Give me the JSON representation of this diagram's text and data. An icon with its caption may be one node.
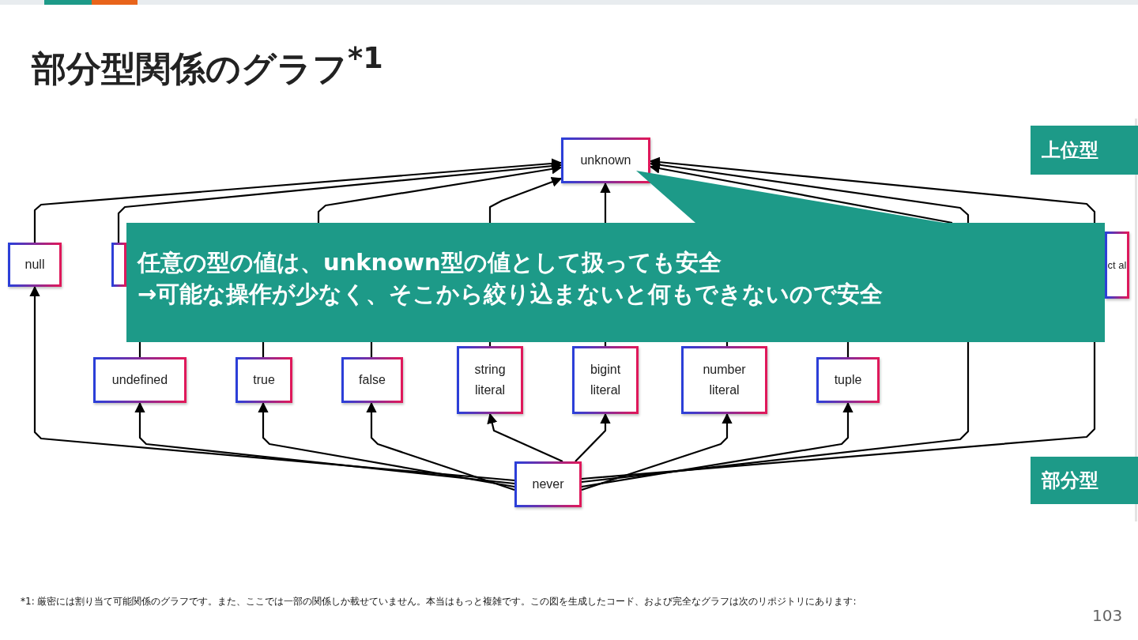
{
  "diagram": {
    "title": "部分型関係のグラフ$^{*1}$",
    "nodes": [
      {
        "text": [
          "unknown"
        ]
      },
      {
        "text": [
          "null"
        ]
      },
      {
        "text": [],
        "shape": "box"
      },
      {
        "text": [
          "ct al"
        ]
      },
      {
        "text": [
          "任意の型の値は、unknown型の値として扱っても安全",
          "→可能な操作が少なく、そこから絞り込まないと何もできないので安全"
        ]
      },
      {
        "text": [
          "undefined"
        ]
      },
      {
        "text": [
          "true"
        ]
      },
      {
        "text": [
          "false"
        ]
      },
      {
        "text": [
          "string literal"
        ]
      },
      {
        "text": [
          "bigint literal"
        ]
      },
      {
        "text": [
          "number literal"
        ]
      },
      {
        "text": [
          "tuple"
        ]
      },
      {
        "text": [
          "never"
        ]
      },
      {
        "text": [
          "上位型"
        ]
      },
      {
        "text": [
          "部分型"
        ]
      },
      {
        "text": [],
        "shape": "triangle"
      }
    ],
    "edges": [
      {
        "from": 1,
        "to": 0,
        "arrow": "to"
      },
      {
        "from": 2,
        "to": 0,
        "arrow": "to"
      },
      {
        "from": 4,
        "to": 0,
        "arrow": "to"
      },
      {
        "from": 4,
        "to": 0,
        "arrow": "to"
      },
      {
        "from": 4,
        "to": 0,
        "arrow": "to"
      },
      {
        "from": 4,
        "to": 0,
        "arrow": "to"
      },
      {
        "from": 4,
        "to": 0,
        "arrow": "to"
      },
      {
        "from": 4,
        "to": 0,
        "arrow": "to"
      },
      {
        "from": 12,
        "to": 4,
        "arrow": "none"
      },
      {
        "from": 12,
        "to": 4,
        "arrow": "none"
      },
      {
        "from": 12,
        "to": 1,
        "arrow": "to"
      },
      {
        "from": 12,
        "to": 5,
        "arrow": "to"
      },
      {
        "from": 12,
        "to": 6,
        "arrow": "to"
      },
      {
        "from": 12,
        "to": 7,
        "arrow": "to"
      },
      {
        "from": 12,
        "to": 8,
        "arrow": "to"
      },
      {
        "from": 12,
        "to": 9,
        "arrow": "to"
      },
      {
        "from": 12,
        "to": 10,
        "arrow": "to"
      },
      {
        "from": 12,
        "to": 11,
        "arrow": "to"
      },
      {
        "from": 5,
        "to": 4,
        "arrow": "none"
      },
      {
        "from": 6,
        "to": 4,
        "arrow": "none"
      },
      {
        "from": 7,
        "to": 4,
        "arrow": "none"
      },
      {
        "from": 8,
        "to": 4,
        "arrow": "none"
      },
      {
        "from": 9,
        "to": 4,
        "arrow": "none"
      },
      {
        "from": 10,
        "to": 4,
        "arrow": "none"
      },
      {
        "from": 11,
        "to": 4,
        "arrow": "none"
      }
    ],
    "labels": [
      "*1: 厳密には割り当て可能関係のグラフです。また、ここでは一部の関係しか載せていません。本当はもっと複雑です。この図を生成したコード、および完全なグラフは次のリポジトリにあります:",
      "103"
    ]
  }
}
